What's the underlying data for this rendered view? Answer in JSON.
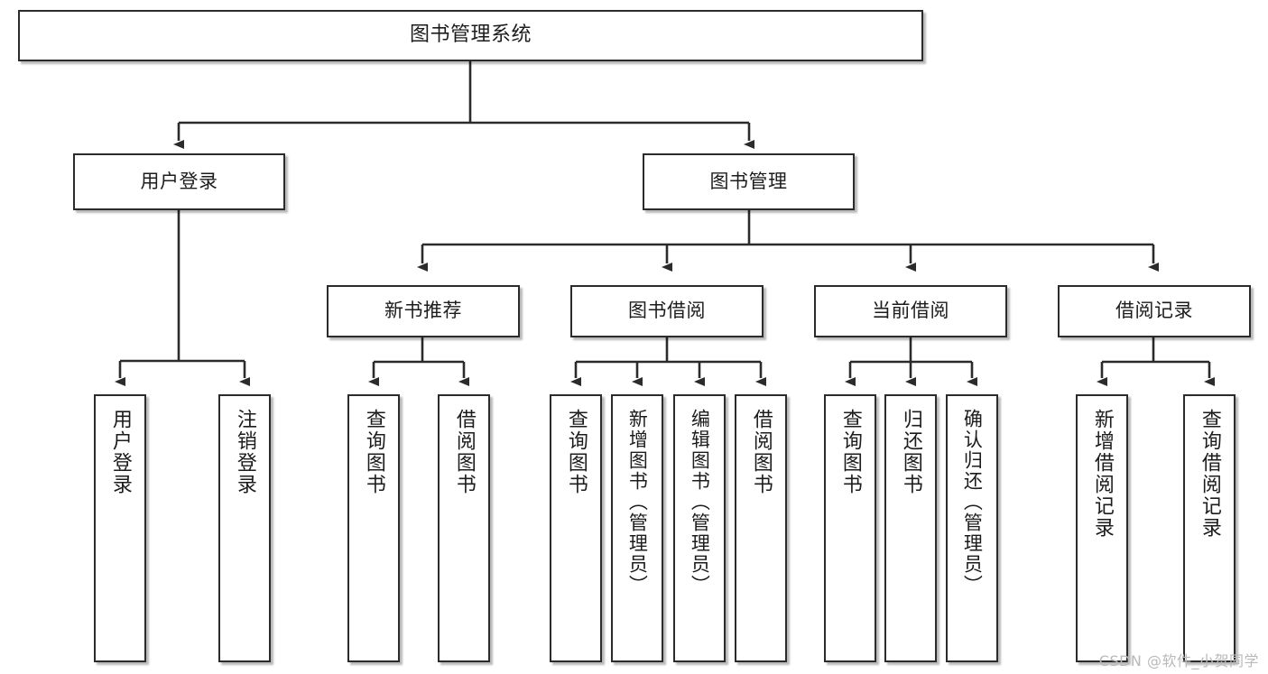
{
  "diagram": {
    "title": "图书管理系统",
    "type": "hierarchy-tree",
    "watermark": "CSDN @软件_小贺同学",
    "colors": {
      "background": "#ffffff",
      "node_border": "#2b2b2b",
      "node_fill": "#ffffff",
      "edge": "#2b2b2b",
      "text": "#1c1c1c",
      "watermark": "#b9b9b9"
    },
    "nodes": {
      "root": {
        "label": "图书管理系统",
        "level": 0
      },
      "level1": [
        {
          "id": "user-login",
          "label": "用户登录"
        },
        {
          "id": "book-management",
          "label": "图书管理"
        }
      ],
      "level2": [
        {
          "id": "new-book-recommend",
          "label": "新书推荐",
          "parent": "book-management"
        },
        {
          "id": "book-borrow",
          "label": "图书借阅",
          "parent": "book-management"
        },
        {
          "id": "current-borrow",
          "label": "当前借阅",
          "parent": "book-management"
        },
        {
          "id": "borrow-record",
          "label": "借阅记录",
          "parent": "book-management"
        }
      ],
      "leaves": [
        {
          "id": "leaf-user-login",
          "label": "用户登录",
          "parent": "user-login"
        },
        {
          "id": "leaf-user-logout",
          "label": "注销登录",
          "parent": "user-login"
        },
        {
          "id": "leaf-query-book-1",
          "label": "查询图书",
          "parent": "new-book-recommend"
        },
        {
          "id": "leaf-borrow-book-1",
          "label": "借阅图书",
          "parent": "new-book-recommend"
        },
        {
          "id": "leaf-query-book-2",
          "label": "查询图书",
          "parent": "book-borrow"
        },
        {
          "id": "leaf-add-book",
          "label": "新增图书（管理员）",
          "parent": "book-borrow"
        },
        {
          "id": "leaf-edit-book",
          "label": "编辑图书（管理员）",
          "parent": "book-borrow"
        },
        {
          "id": "leaf-borrow-book-2",
          "label": "借阅图书",
          "parent": "book-borrow"
        },
        {
          "id": "leaf-query-book-3",
          "label": "查询图书",
          "parent": "current-borrow"
        },
        {
          "id": "leaf-return-book",
          "label": "归还图书",
          "parent": "current-borrow"
        },
        {
          "id": "leaf-confirm-return",
          "label": "确认归还（管理员）",
          "parent": "current-borrow"
        },
        {
          "id": "leaf-add-record",
          "label": "新增借阅记录",
          "parent": "borrow-record"
        },
        {
          "id": "leaf-query-record",
          "label": "查询借阅记录",
          "parent": "borrow-record"
        }
      ]
    }
  }
}
